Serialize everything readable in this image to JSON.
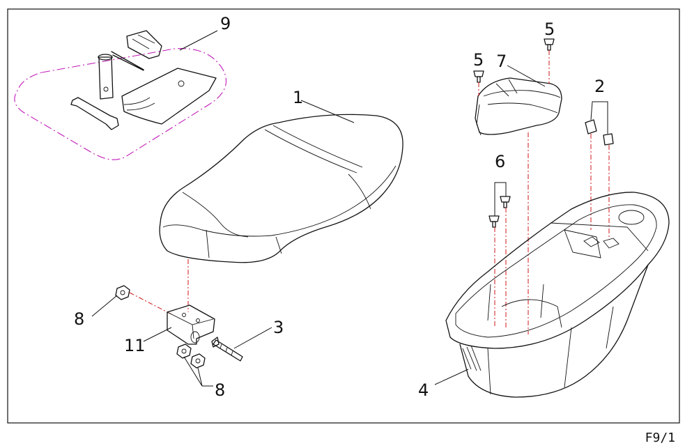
{
  "labels": {
    "seat": "1",
    "bolts_upper": "2",
    "hinge_bolt": "3",
    "luggage_box": "4",
    "screw_left": "5",
    "screw_right": "5",
    "screws_front": "6",
    "box_lid": "7",
    "nut_left": "8",
    "nuts_bottom": "8",
    "tool_kit": "9",
    "hinge_bracket": "11"
  },
  "sheet_code": "F9/1",
  "colors": {
    "outline": "#111111",
    "axis_lines": "#d01515",
    "kit_boundary": "#c21ab7"
  }
}
